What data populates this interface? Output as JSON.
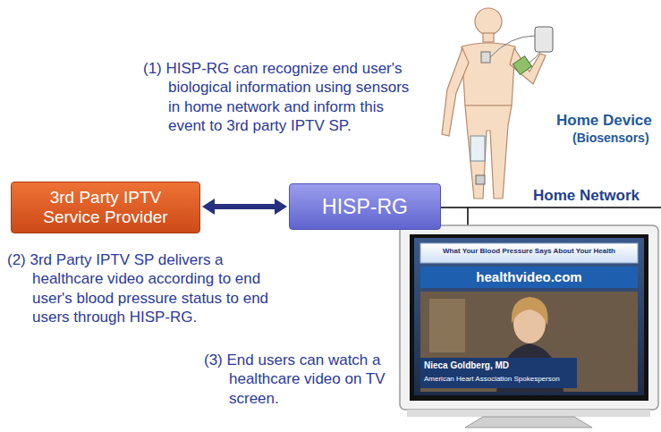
{
  "diagram": {
    "nodes": [
      {
        "text": [
          "3rd Party IPTV Service Provider"
        ]
      },
      {
        "text": [
          "HISP-RG"
        ]
      }
    ],
    "edges": [
      {
        "from": 0,
        "to": 1,
        "arrow": "both"
      }
    ],
    "labels": [
      "(1) HISP-RG can recognize end user's biological information using sensors in home network and inform this event to 3rd party IPTV SP.",
      "Home Device",
      "(Biosensors)",
      "Home Network",
      "(2) 3rd Party IPTV SP delivers a healthcare video according to end user's blood pressure status to end users through HISP-RG.",
      "(3) End users can watch a healthcare video on TV screen.",
      "What Your Blood Pressure Says About Your Health",
      "healthvideo.com",
      "Nieca Goldberg, MD",
      "American Heart Association Spokesperson"
    ]
  }
}
